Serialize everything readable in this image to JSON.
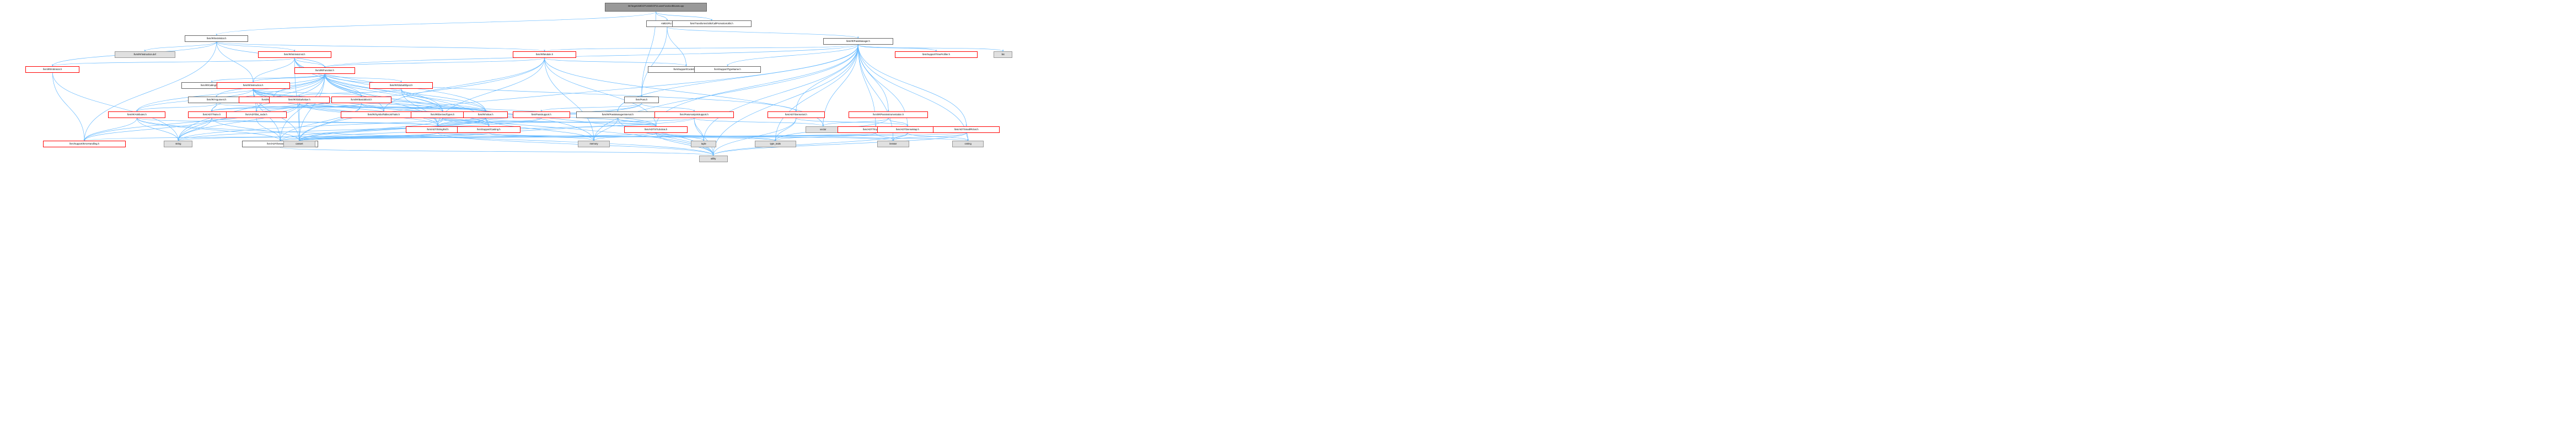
{
  "colors": {
    "edge": "#63b8ff",
    "border": "#666666",
    "red_border": "#ff0000",
    "grey_fill": "#e0e0e0",
    "root_fill": "#999999"
  },
  "nodes": [
    {
      "id": "root",
      "label": "lib/Target/AMDGPU/AMDGPULowerFunctionBitcasts.cpp",
      "style": "root"
    },
    {
      "id": "instvisitor",
      "label": "llvm/IR/InstVisitor.h",
      "style": "plain"
    },
    {
      "id": "amdgpu",
      "label": "AMDGPU.h",
      "style": "plain"
    },
    {
      "id": "callpromo",
      "label": "llvm/Transforms/Utils/CallPromotionUtils.h",
      "style": "plain"
    },
    {
      "id": "instdef",
      "label": "llvm/IR/Instruction.def",
      "style": "grey"
    },
    {
      "id": "intrinsicinst",
      "label": "llvm/IR/IntrinsicInst.h",
      "style": "red"
    },
    {
      "id": "module",
      "label": "llvm/IR/Module.h",
      "style": "red"
    },
    {
      "id": "passmanager",
      "label": "llvm/IR/PassManager.h",
      "style": "plain"
    },
    {
      "id": "intrinsics",
      "label": "llvm/IR/Intrinsics.h",
      "style": "red"
    },
    {
      "id": "function",
      "label": "llvm/IR/Function.h",
      "style": "red"
    },
    {
      "id": "codegen",
      "label": "llvm/Support/CodeGen.h",
      "style": "plain"
    },
    {
      "id": "typename",
      "label": "llvm/Support/TypeName.h",
      "style": "plain"
    },
    {
      "id": "timeprofiler",
      "label": "llvm/Support/TimeProfiler.h",
      "style": "red"
    },
    {
      "id": "list",
      "label": "list",
      "style": "grey"
    },
    {
      "id": "callingconv",
      "label": "llvm/IR/CallingConv.h",
      "style": "plain"
    },
    {
      "id": "instruction",
      "label": "llvm/IR/Instruction.h",
      "style": "red"
    },
    {
      "id": "globalobject",
      "label": "llvm/IR/GlobalObject.h",
      "style": "red"
    },
    {
      "id": "pass",
      "label": "llvm/Pass.h",
      "style": "plain"
    },
    {
      "id": "argument",
      "label": "llvm/IR/Argument.h",
      "style": "plain"
    },
    {
      "id": "operandtraits",
      "label": "llvm/IR/OperandTraits.h",
      "style": "red"
    },
    {
      "id": "globalvalue",
      "label": "llvm/IR/GlobalValue.h",
      "style": "red"
    },
    {
      "id": "basicblock",
      "label": "llvm/IR/BasicBlock.h",
      "style": "red"
    },
    {
      "id": "attributes",
      "label": "llvm/IR/Attributes.h",
      "style": "red"
    },
    {
      "id": "twine",
      "label": "llvm/ADT/Twine.h",
      "style": "red"
    },
    {
      "id": "ilistnode",
      "label": "llvm/ADT/ilist_node.h",
      "style": "red"
    },
    {
      "id": "symtablelist",
      "label": "llvm/IR/SymbolTableListTraits.h",
      "style": "red"
    },
    {
      "id": "derivedtypes",
      "label": "llvm/IR/DerivedTypes.h",
      "style": "red"
    },
    {
      "id": "value",
      "label": "llvm/IR/Value.h",
      "style": "red"
    },
    {
      "id": "passsupport",
      "label": "llvm/PassSupport.h",
      "style": "red"
    },
    {
      "id": "passmgrinternal",
      "label": "llvm/IR/PassManagerInternal.h",
      "style": "plain"
    },
    {
      "id": "passanalysis",
      "label": "llvm/PassAnalysisSupport.h",
      "style": "red"
    },
    {
      "id": "densesetadt",
      "label": "llvm/ADT/DenseSet.h",
      "style": "red"
    },
    {
      "id": "passinstr",
      "label": "llvm/IR/PassInstrumentation.h",
      "style": "red"
    },
    {
      "id": "vector",
      "label": "vector",
      "style": "grey"
    },
    {
      "id": "stringref",
      "label": "llvm/ADT/StringRef.h",
      "style": "red"
    },
    {
      "id": "casting",
      "label": "llvm/Support/Casting.h",
      "style": "red"
    },
    {
      "id": "stlextras",
      "label": "llvm/ADT/STLExtras.h",
      "style": "red"
    },
    {
      "id": "tinyptrvector",
      "label": "llvm/ADT/TinyPtrVector.h",
      "style": "red"
    },
    {
      "id": "densemap",
      "label": "llvm/ADT/DenseMap.h",
      "style": "red"
    },
    {
      "id": "smallptrset",
      "label": "llvm/ADT/SmallPtrSet.h",
      "style": "red"
    },
    {
      "id": "errorhandling",
      "label": "llvm/Support/ErrorHandling.h",
      "style": "red"
    },
    {
      "id": "string",
      "label": "string",
      "style": "grey"
    },
    {
      "id": "iteratorrange",
      "label": "llvm/ADT/iterator_range.h",
      "style": "plain"
    },
    {
      "id": "cassert",
      "label": "cassert",
      "style": "grey"
    },
    {
      "id": "memory",
      "label": "memory",
      "style": "grey"
    },
    {
      "id": "tuple",
      "label": "tuple",
      "style": "grey"
    },
    {
      "id": "typetraits",
      "label": "type_traits",
      "style": "grey"
    },
    {
      "id": "iterator",
      "label": "iterator",
      "style": "grey"
    },
    {
      "id": "cstring",
      "label": "cstring",
      "style": "grey"
    },
    {
      "id": "utility",
      "label": "utility",
      "style": "grey"
    }
  ],
  "edges": [
    [
      "root",
      "instvisitor"
    ],
    [
      "root",
      "amdgpu"
    ],
    [
      "root",
      "callpromo"
    ],
    [
      "root",
      "pass"
    ],
    [
      "instvisitor",
      "instdef"
    ],
    [
      "instvisitor",
      "intrinsicinst"
    ],
    [
      "instvisitor",
      "module"
    ],
    [
      "instvisitor",
      "intrinsics"
    ],
    [
      "instvisitor",
      "function"
    ],
    [
      "instvisitor",
      "instruction"
    ],
    [
      "instvisitor",
      "errorhandling"
    ],
    [
      "amdgpu",
      "passmanager"
    ],
    [
      "amdgpu",
      "codegen"
    ],
    [
      "amdgpu",
      "pass"
    ],
    [
      "intrinsicinst",
      "function"
    ],
    [
      "intrinsicinst",
      "instruction"
    ],
    [
      "intrinsicinst",
      "derivedtypes"
    ],
    [
      "intrinsicinst",
      "value"
    ],
    [
      "intrinsicinst",
      "intrinsics"
    ],
    [
      "intrinsicinst",
      "casting"
    ],
    [
      "intrinsicinst",
      "cassert"
    ],
    [
      "module",
      "function"
    ],
    [
      "module",
      "codegen"
    ],
    [
      "module",
      "symtablelist"
    ],
    [
      "module",
      "stringref"
    ],
    [
      "module",
      "stlextras"
    ],
    [
      "module",
      "string"
    ],
    [
      "module",
      "memory"
    ],
    [
      "module",
      "vector"
    ],
    [
      "passmanager",
      "module"
    ],
    [
      "passmanager",
      "function"
    ],
    [
      "passmanager",
      "typename"
    ],
    [
      "passmanager",
      "timeprofiler"
    ],
    [
      "passmanager",
      "list"
    ],
    [
      "passmanager",
      "passmgrinternal"
    ],
    [
      "passmanager",
      "passinstr"
    ],
    [
      "passmanager",
      "densemap"
    ],
    [
      "passmanager",
      "smallptrset"
    ],
    [
      "passmanager",
      "tinyptrvector"
    ],
    [
      "passmanager",
      "stlextras"
    ],
    [
      "passmanager",
      "densesetadt"
    ],
    [
      "passmanager",
      "vector"
    ],
    [
      "passmanager",
      "memory"
    ],
    [
      "passmanager",
      "tuple"
    ],
    [
      "passmanager",
      "typetraits"
    ],
    [
      "passmanager",
      "utility"
    ],
    [
      "passmanager",
      "cassert"
    ],
    [
      "passmanager",
      "iterator"
    ],
    [
      "passmanager",
      "cstring"
    ],
    [
      "intrinsics",
      "errorhandling"
    ],
    [
      "intrinsics",
      "string"
    ],
    [
      "function",
      "callingconv"
    ],
    [
      "function",
      "instruction"
    ],
    [
      "function",
      "globalobject"
    ],
    [
      "function",
      "argument"
    ],
    [
      "function",
      "operandtraits"
    ],
    [
      "function",
      "basicblock"
    ],
    [
      "function",
      "attributes"
    ],
    [
      "function",
      "twine"
    ],
    [
      "function",
      "ilistnode"
    ],
    [
      "function",
      "symtablelist"
    ],
    [
      "function",
      "derivedtypes"
    ],
    [
      "function",
      "value"
    ],
    [
      "function",
      "stringref"
    ],
    [
      "function",
      "iteratorrange"
    ],
    [
      "function",
      "densesetadt"
    ],
    [
      "function",
      "cassert"
    ],
    [
      "function",
      "string"
    ],
    [
      "function",
      "memory"
    ],
    [
      "function",
      "utility"
    ],
    [
      "instruction",
      "operandtraits"
    ],
    [
      "instruction",
      "basicblock"
    ],
    [
      "instruction",
      "value"
    ],
    [
      "instruction",
      "attributes"
    ],
    [
      "instruction",
      "ilistnode"
    ],
    [
      "instruction",
      "symtablelist"
    ],
    [
      "instruction",
      "derivedtypes"
    ],
    [
      "instruction",
      "stringref"
    ],
    [
      "instruction",
      "casting"
    ],
    [
      "instruction",
      "stlextras"
    ],
    [
      "instruction",
      "cassert"
    ],
    [
      "instruction",
      "utility"
    ],
    [
      "instruction",
      "iteratorrange"
    ],
    [
      "globalobject",
      "globalvalue"
    ],
    [
      "globalobject",
      "value"
    ],
    [
      "globalobject",
      "stringref"
    ],
    [
      "globalobject",
      "derivedtypes"
    ],
    [
      "pass",
      "passsupport"
    ],
    [
      "pass",
      "passanalysis"
    ],
    [
      "pass",
      "stringref"
    ],
    [
      "pass",
      "string"
    ],
    [
      "argument",
      "attributes"
    ],
    [
      "argument",
      "value"
    ],
    [
      "argument",
      "twine"
    ],
    [
      "globalvalue",
      "twine"
    ],
    [
      "globalvalue",
      "derivedtypes"
    ],
    [
      "globalvalue",
      "value"
    ],
    [
      "globalvalue",
      "stringref"
    ],
    [
      "globalvalue",
      "casting"
    ],
    [
      "globalvalue",
      "errorhandling"
    ],
    [
      "globalvalue",
      "cassert"
    ],
    [
      "globalvalue",
      "string"
    ],
    [
      "basicblock",
      "twine"
    ],
    [
      "basicblock",
      "ilistnode"
    ],
    [
      "basicblock",
      "symtablelist"
    ],
    [
      "basicblock",
      "value"
    ],
    [
      "basicblock",
      "iteratorrange"
    ],
    [
      "basicblock",
      "stlextras"
    ],
    [
      "basicblock",
      "cassert"
    ],
    [
      "attributes",
      "stringref"
    ],
    [
      "attributes",
      "string"
    ],
    [
      "attributes",
      "utility"
    ],
    [
      "attributes",
      "iteratorrange"
    ],
    [
      "attributes",
      "errorhandling"
    ],
    [
      "twine",
      "stringref"
    ],
    [
      "twine",
      "errorhandling"
    ],
    [
      "twine",
      "cassert"
    ],
    [
      "twine",
      "string"
    ],
    [
      "ilistnode",
      "iteratorrange"
    ],
    [
      "derivedtypes",
      "stringref"
    ],
    [
      "derivedtypes",
      "casting"
    ],
    [
      "derivedtypes",
      "cassert"
    ],
    [
      "derivedtypes",
      "stlextras"
    ],
    [
      "value",
      "stringref"
    ],
    [
      "value",
      "casting"
    ],
    [
      "value",
      "iteratorrange"
    ],
    [
      "value",
      "memory"
    ],
    [
      "value",
      "cassert"
    ],
    [
      "value",
      "stlextras"
    ],
    [
      "passsupport",
      "stringref"
    ],
    [
      "passsupport",
      "string"
    ],
    [
      "passmgrinternal",
      "stlextras"
    ],
    [
      "passmgrinternal",
      "memory"
    ],
    [
      "passmgrinternal",
      "utility"
    ],
    [
      "passanalysis",
      "stringref"
    ],
    [
      "passanalysis",
      "cassert"
    ],
    [
      "passanalysis",
      "tuple"
    ],
    [
      "passanalysis",
      "utility"
    ],
    [
      "passanalysis",
      "vector"
    ],
    [
      "densesetadt",
      "densemap"
    ],
    [
      "densesetadt",
      "utility"
    ],
    [
      "densesetadt",
      "typetraits"
    ],
    [
      "passinstr",
      "densemap"
    ],
    [
      "passinstr",
      "typetraits"
    ],
    [
      "passinstr",
      "vector"
    ],
    [
      "stringref",
      "stlextras"
    ],
    [
      "stringref",
      "iteratorrange"
    ],
    [
      "stringref",
      "cassert"
    ],
    [
      "stringref",
      "string"
    ],
    [
      "stringref",
      "utility"
    ],
    [
      "stringref",
      "cstring"
    ],
    [
      "casting",
      "errorhandling"
    ],
    [
      "casting",
      "cassert"
    ],
    [
      "casting",
      "memory"
    ],
    [
      "casting",
      "typetraits"
    ],
    [
      "stlextras",
      "iteratorrange"
    ],
    [
      "stlextras",
      "cassert"
    ],
    [
      "stlextras",
      "memory"
    ],
    [
      "stlextras",
      "tuple"
    ],
    [
      "stlextras",
      "typetraits"
    ],
    [
      "stlextras",
      "utility"
    ],
    [
      "stlextras",
      "iterator"
    ],
    [
      "tinyptrvector",
      "cassert"
    ],
    [
      "tinyptrvector",
      "iterator"
    ],
    [
      "tinyptrvector",
      "typetraits"
    ],
    [
      "densemap",
      "iterator"
    ],
    [
      "densemap",
      "cassert"
    ],
    [
      "densemap",
      "cstring"
    ],
    [
      "densemap",
      "utility"
    ],
    [
      "smallptrset",
      "cassert"
    ],
    [
      "smallptrset",
      "cstring"
    ],
    [
      "smallptrset",
      "iterator"
    ],
    [
      "smallptrset",
      "utility"
    ],
    [
      "iteratorrange",
      "utility"
    ]
  ]
}
